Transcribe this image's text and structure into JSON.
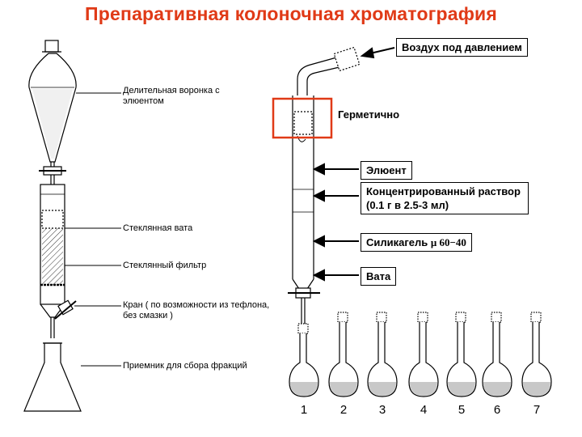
{
  "title": "Препаративная колоночная хроматография",
  "left_labels": {
    "funnel": "Делительная воронка с элюентом",
    "wool": "Стеклянная вата",
    "filter": "Стеклянный фильтр",
    "stopcock": "Кран ( по возможности из тефлона, без смазки )",
    "receiver": "Приемник для сбора фракций"
  },
  "right_labels": {
    "air": "Воздух под давлением",
    "sealed": "Герметично",
    "eluent": "Элюент",
    "concentrated": "Концентрированный раствор (0.1 г в 2.5-3 мл)",
    "silica_prefix": "Силикагель ",
    "silica_suffix": "μ 60−40",
    "wool": "Вата"
  },
  "colors": {
    "title": "#e03a17",
    "highlight_box": "#e03a17",
    "glass": "#000000"
  },
  "fractions": [
    "1",
    "2",
    "3",
    "4",
    "5",
    "6",
    "7"
  ]
}
